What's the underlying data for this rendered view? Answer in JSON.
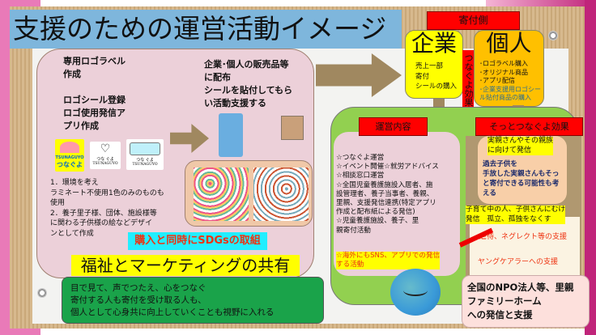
{
  "title": "支援のための運営活動イメージ",
  "left": {
    "block1": "専用ロゴラベル\n作成\n\nロゴシール登録\nロゴ使用発信ア\nプリ作成",
    "block2": "企業･個人の販売品等\nに配布\nシールを貼付してもら\nい活動支援する",
    "logos": [
      {
        "en": "TSUNAGUYO",
        "jp": "つなぐよ"
      },
      {
        "en": "TSUNAGUYO",
        "jp": "つな ぐよ"
      },
      {
        "en": "TSUNAGUYO",
        "jp": "つな ぐよ"
      }
    ],
    "notes": "1．環境を考え\nラミネート不使用1色のみのものも\n使用\n2．養子里子様、団体、施設様等\nに関わる子供様の絵などデザイ\nンとして作成",
    "sdgs": "購入と同時にSDGsの取組",
    "share": "福祉とマーケティングの共有",
    "message": "目で見て、声でつたえ、心をつなぐ\n寄付する人も寄付を受け取る人も、\n個人として心身共に向上していくことも視野に入れる"
  },
  "donor": {
    "label": "寄付側",
    "company": {
      "title": "企業",
      "text": "売上一部\n寄付\nシールの購入"
    },
    "individual": {
      "title": "個人",
      "items": "･ロゴラベル購入\n･オリジナル商品\n･アプリ配信",
      "highlight": "･企業支援用ロゴシー\nル貼付商品の購入"
    },
    "vertical": "つなぐよ効果"
  },
  "operations": {
    "label": "運営内容",
    "items": "☆つなぐよ運営\n☆イベント開催☆就労アドバイス\n☆相談窓口運営\n☆全国児童養護施設入居者、施\n設管理者、養子当事者、養親、\n里親、支援発信連携(特定アプリ\n作成と配布紙による発信)\n☆児童養護施設、養子、里\n親寄付活動",
    "overseas": "☆海外にもSNS、アプリでの発信\nする活動"
  },
  "effects": {
    "label": "そっとつなぐよ効果",
    "parents_hl": "実親さんやその親族\nに向けて発信",
    "parents": "過去子供を\n手放した実親さんもそっ\nと寄付できる可能性も考\nえる",
    "parenting": "子育て中の人、子供さんにむけ\n発信　孤立、孤独をなくす",
    "abuse": "虐待、ネグレクト等の支援",
    "carer": "ヤングケアラーへの支援"
  },
  "npo": "全国のNPO法人等、里親\nファミリーホーム\nへの発信と支援",
  "colors": {
    "title_bg": "#7eb6dc",
    "red": "#ff0000",
    "green": "#92d050",
    "yellow": "#ffff00"
  }
}
